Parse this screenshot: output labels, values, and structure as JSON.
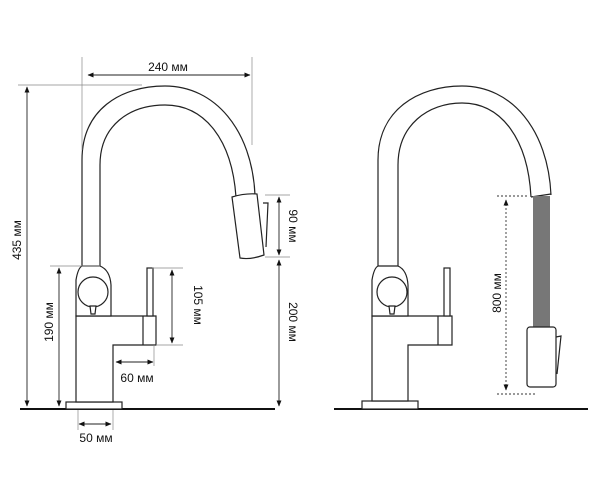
{
  "dimensions_left": {
    "spout_reach": "240 мм",
    "total_height": "435 мм",
    "body_height": "190 мм",
    "lever_height": "105 мм",
    "spray_head_height": "90 мм",
    "spout_clearance": "200 мм",
    "lever_offset": "60 мм",
    "base_width": "50 мм"
  },
  "dimensions_right": {
    "hose_length": "800 мм"
  },
  "colors": {
    "line": "#222222",
    "hose": "#777777"
  }
}
